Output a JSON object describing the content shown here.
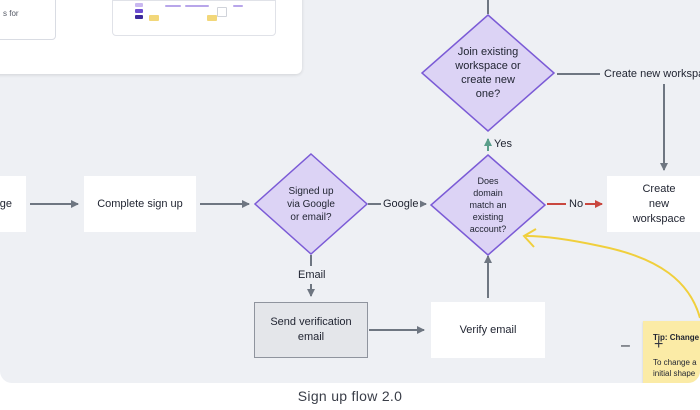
{
  "caption": "Sign up flow 2.0",
  "card_left": {
    "text": "s for"
  },
  "nodes": {
    "left_stub": "ge",
    "complete_sign_up": "Complete sign up",
    "signed_up_via": "Signed up via Google or email?",
    "does_domain_match": "Does domain match an existing account?",
    "join_existing": "Join existing workspace or create new one?",
    "create_new_workspace": "Create new workspace",
    "send_verification": "Send verification email",
    "verify_email": "Verify email"
  },
  "edge_labels": {
    "google": "Google",
    "email": "Email",
    "yes": "Yes",
    "no": "No",
    "create_new_workspace_top": "Create new workspace"
  },
  "tip": {
    "title": "Tip: Change",
    "body_line1": "To change a",
    "body_line2": "initial shape"
  },
  "zoom": {
    "minus": "–",
    "plus": "+"
  },
  "colors": {
    "diamond_fill": "#dcd3f5",
    "diamond_stroke": "#7b5bd6",
    "connector": "#6e7681",
    "yes_arrow": "#5a9e8a",
    "no_arrow": "#c9473f",
    "hand_drawn": "#f0cf3c",
    "canvas": "#eef0f4"
  }
}
